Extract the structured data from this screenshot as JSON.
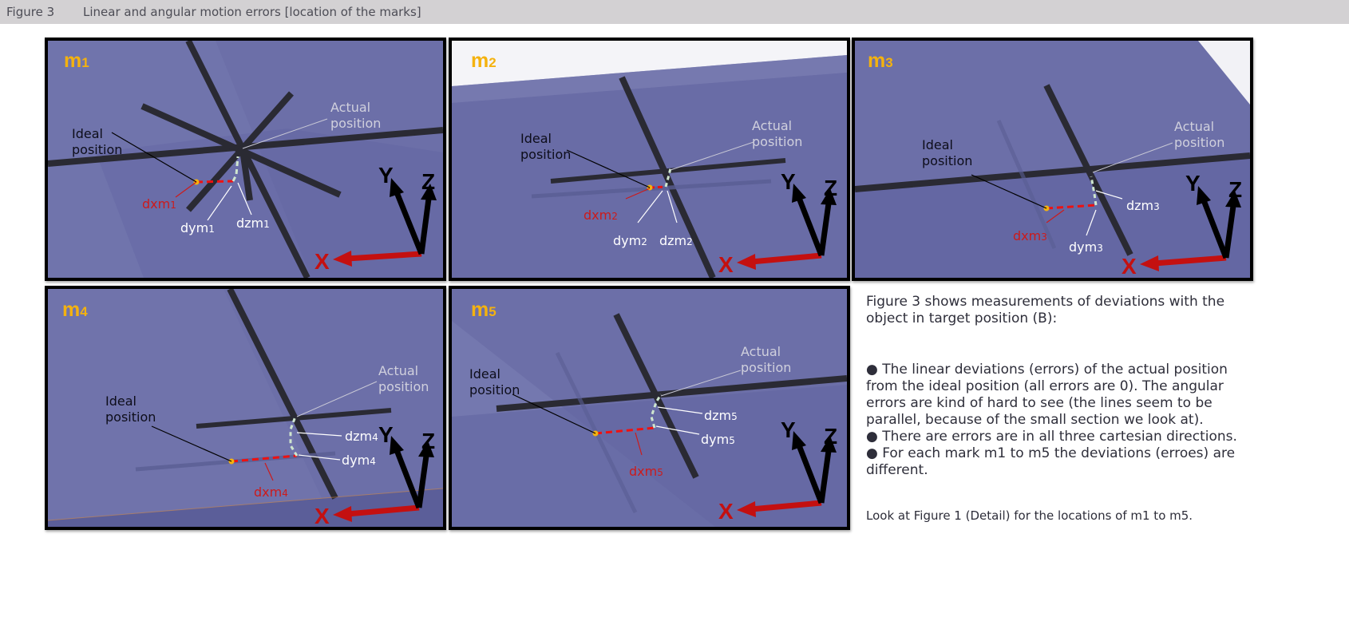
{
  "header": {
    "figure_number": "Figure 3",
    "title": "Linear and angular motion errors [location of the marks]"
  },
  "panels": [
    {
      "mark_base": "m",
      "mark_sub": "1",
      "ideal_1": "Ideal",
      "ideal_2": "position",
      "actual_1": "Actual",
      "actual_2": "position",
      "dx_base": "dxm",
      "dx_sub": "1",
      "dy_base": "dym",
      "dy_sub": "1",
      "dz_base": "dzm",
      "dz_sub": "1",
      "axis_x": "X",
      "axis_y": "Y",
      "axis_z": "Z"
    },
    {
      "mark_base": "m",
      "mark_sub": "2",
      "ideal_1": "Ideal",
      "ideal_2": "position",
      "actual_1": "Actual",
      "actual_2": "position",
      "dx_base": "dxm",
      "dx_sub": "2",
      "dy_base": "dym",
      "dy_sub": "2",
      "dz_base": "dzm",
      "dz_sub": "2",
      "axis_x": "X",
      "axis_y": "Y",
      "axis_z": "Z"
    },
    {
      "mark_base": "m",
      "mark_sub": "3",
      "ideal_1": "Ideal",
      "ideal_2": "position",
      "actual_1": "Actual",
      "actual_2": "position",
      "dx_base": "dxm",
      "dx_sub": "3",
      "dy_base": "dym",
      "dy_sub": "3",
      "dz_base": "dzm",
      "dz_sub": "3",
      "axis_x": "X",
      "axis_y": "Y",
      "axis_z": "Z"
    },
    {
      "mark_base": "m",
      "mark_sub": "4",
      "ideal_1": "Ideal",
      "ideal_2": "position",
      "actual_1": "Actual",
      "actual_2": "position",
      "dx_base": "dxm",
      "dx_sub": "4",
      "dy_base": "dym",
      "dy_sub": "4",
      "dz_base": "dzm",
      "dz_sub": "4",
      "axis_x": "X",
      "axis_y": "Y",
      "axis_z": "Z"
    },
    {
      "mark_base": "m",
      "mark_sub": "5",
      "ideal_1": "Ideal",
      "ideal_2": "position",
      "actual_1": "Actual",
      "actual_2": "position",
      "dx_base": "dxm",
      "dx_sub": "5",
      "dy_base": "dym",
      "dy_sub": "5",
      "dz_base": "dzm",
      "dz_sub": "5",
      "axis_x": "X",
      "axis_y": "Y",
      "axis_z": "Z"
    }
  ],
  "description": {
    "intro": "Figure 3 shows measurements of deviations with the object in target position (B):",
    "bullet_1": "● The linear deviations (errors) of the actual position from the ideal position (all errors are 0). The angular errors are kind of hard to see (the lines seem to be parallel, because of the small section we look at).",
    "bullet_2": "● There are errors are in all three cartesian directions.",
    "bullet_3": "● For each mark m1 to m5 the deviations (erroes) are different.",
    "note": "Look at Figure 1 (Detail) for the locations of m1 to m5."
  },
  "colors": {
    "panel_bg": "#6c6fa8",
    "mark_label": "#f4b20f",
    "dx_label": "#cc1b1b",
    "x_axis": "#c41010",
    "yz_axis": "#000000",
    "actual_label": "#d0d0dd",
    "dy_dz_label": "#ffffff"
  }
}
